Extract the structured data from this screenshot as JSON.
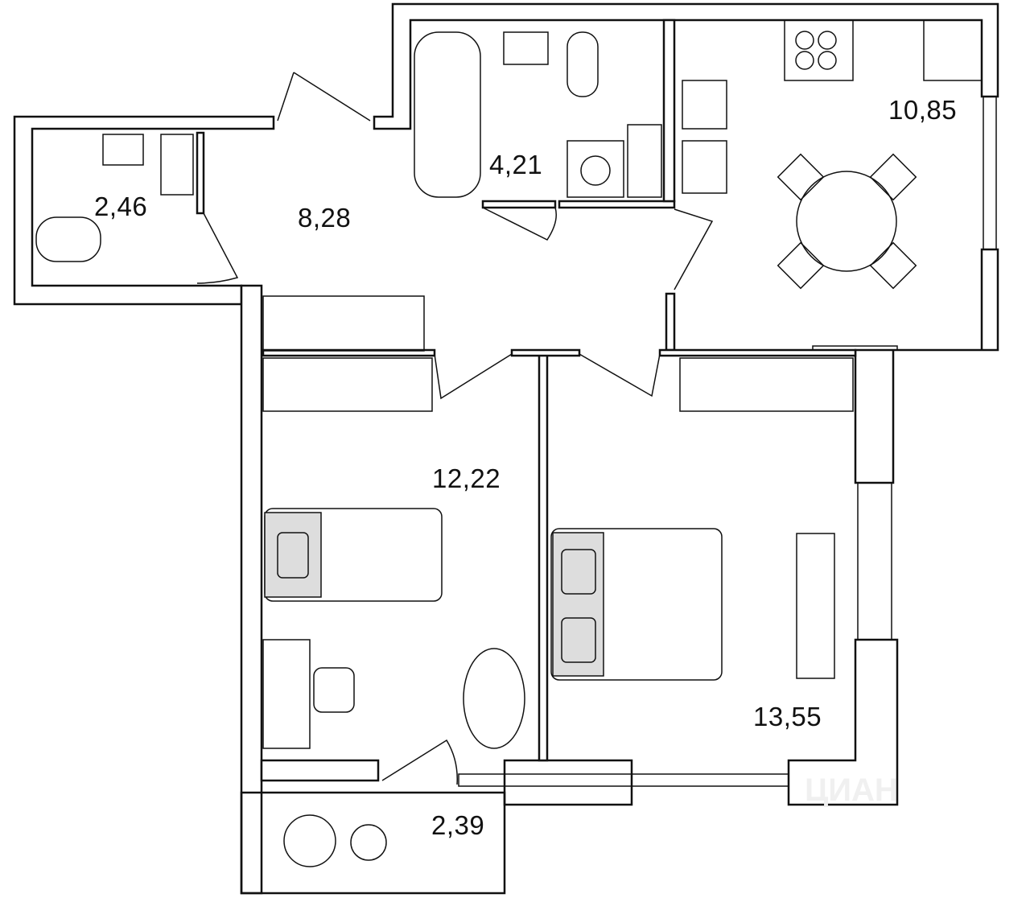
{
  "rooms": [
    {
      "id": "wc",
      "area": "2,46"
    },
    {
      "id": "hall",
      "area": "8,28"
    },
    {
      "id": "bathroom",
      "area": "4,21"
    },
    {
      "id": "kitchen",
      "area": "10,85"
    },
    {
      "id": "bedroom-1",
      "area": "12,22"
    },
    {
      "id": "bedroom-2",
      "area": "13,55"
    },
    {
      "id": "balcony",
      "area": "2,39"
    }
  ],
  "watermark": "ЦИАН",
  "colors": {
    "wall": "#111111",
    "furniture_fill": "#dddddd",
    "background": "#ffffff"
  }
}
